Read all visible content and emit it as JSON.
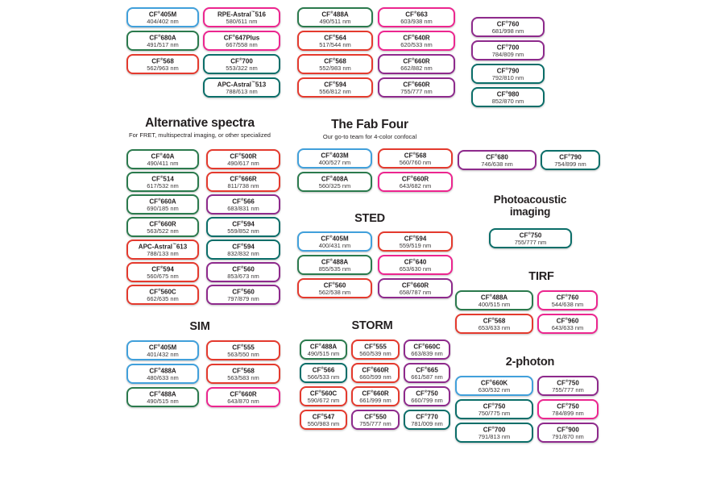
{
  "colors": {
    "blue": "#41A0DB",
    "green": "#2B7A4D",
    "red": "#E43A2E",
    "pink": "#EC268F",
    "purple": "#8E2A8C",
    "teal": "#0B6E69",
    "text": "#231F20"
  },
  "chart_data": {
    "type": "table",
    "description": "Fluorescent dye selection guide: dye name with excitation/emission wavelengths (nm); border color groups dyes by spectral class",
    "top_columns": [
      {
        "items": [
          {
            "name": "CF®405M",
            "wl": "404/402 nm",
            "color": "blue"
          },
          {
            "name": "CF®680A",
            "wl": "491/517 nm",
            "color": "green"
          },
          {
            "name": "CF®568",
            "wl": "562/963 nm",
            "color": "red"
          }
        ]
      },
      {
        "items": [
          {
            "name": "RPE-Astral™516",
            "wl": "580/611 nm",
            "color": "pink"
          },
          {
            "name": "CF®647Plus",
            "wl": "667/558 nm",
            "color": "pink"
          },
          {
            "name": "CF®700",
            "wl": "553/322 nm",
            "color": "teal"
          },
          {
            "name": "APC-Astral™513",
            "wl": "788/613 nm",
            "color": "teal"
          }
        ]
      },
      {
        "items": [
          {
            "name": "CF®488A",
            "wl": "490/511 nm",
            "color": "green"
          },
          {
            "name": "CF®564",
            "wl": "517/544 nm",
            "color": "red"
          },
          {
            "name": "CF®568",
            "wl": "552/983 nm",
            "color": "red"
          },
          {
            "name": "CF®594",
            "wl": "556/812 nm",
            "color": "red"
          }
        ]
      },
      {
        "items": [
          {
            "name": "CF®663",
            "wl": "603/938 nm",
            "color": "pink"
          },
          {
            "name": "CF®640R",
            "wl": "620/533 nm",
            "color": "pink"
          },
          {
            "name": "CF®660R",
            "wl": "662/882 nm",
            "color": "purple"
          },
          {
            "name": "CF®660R",
            "wl": "755/777 nm",
            "color": "purple"
          }
        ]
      },
      {
        "items": [
          {
            "name": "CF®760",
            "wl": "681/998 nm",
            "color": "purple"
          },
          {
            "name": "CF®700",
            "wl": "784/809 nm",
            "color": "purple"
          },
          {
            "name": "CF®790",
            "wl": "792/810 nm",
            "color": "teal"
          },
          {
            "name": "CF®980",
            "wl": "852/870 nm",
            "color": "teal"
          }
        ]
      }
    ],
    "sections": {
      "alternative": {
        "title": "Alternative spectra",
        "subtitle": "For FRET, multispectral imaging, or other specialized",
        "columns": [
          [
            {
              "name": "CF®40A",
              "wl": "490/411 nm",
              "color": "green"
            },
            {
              "name": "CF®514",
              "wl": "617/532 nm",
              "color": "green"
            },
            {
              "name": "CF®660A",
              "wl": "690/185 nm",
              "color": "green"
            },
            {
              "name": "CF®660R",
              "wl": "563/522 nm",
              "color": "green"
            },
            {
              "name": "APC-Astral™613",
              "wl": "788/133 nm",
              "color": "red"
            },
            {
              "name": "CF®594",
              "wl": "560/675 nm",
              "color": "red"
            },
            {
              "name": "CF®560C",
              "wl": "662/635 nm",
              "color": "red"
            }
          ],
          [
            {
              "name": "CF®500R",
              "wl": "490/617 nm",
              "color": "red"
            },
            {
              "name": "CF®666R",
              "wl": "811/738 nm",
              "color": "red"
            },
            {
              "name": "CF®566",
              "wl": "683/831 nm",
              "color": "purple"
            },
            {
              "name": "CF®594",
              "wl": "559/852 nm",
              "color": "teal"
            },
            {
              "name": "CF®594",
              "wl": "832/832 nm",
              "color": "teal"
            },
            {
              "name": "CF®560",
              "wl": "853/673 nm",
              "color": "purple"
            },
            {
              "name": "CF®560",
              "wl": "797/879 nm",
              "color": "purple"
            }
          ]
        ]
      },
      "fab_four": {
        "title": "The Fab Four",
        "subtitle": "Our go-to team for 4-color confocal",
        "columns": [
          [
            {
              "name": "CF®403M",
              "wl": "400/527 nm",
              "color": "blue"
            },
            {
              "name": "CF®408A",
              "wl": "560/325 nm",
              "color": "green"
            }
          ],
          [
            {
              "name": "CF®568",
              "wl": "560/760 nm",
              "color": "red"
            },
            {
              "name": "CF®660R",
              "wl": "643/682 nm",
              "color": "pink"
            }
          ]
        ]
      },
      "sted": {
        "title": "STED",
        "columns": [
          [
            {
              "name": "CF®405M",
              "wl": "400/431 nm",
              "color": "blue"
            },
            {
              "name": "CF®488A",
              "wl": "855/535 nm",
              "color": "green"
            },
            {
              "name": "CF®560",
              "wl": "562/538 nm",
              "color": "red"
            }
          ],
          [
            {
              "name": "CF®594",
              "wl": "559/519 nm",
              "color": "red"
            },
            {
              "name": "CF®640",
              "wl": "653/630 nm",
              "color": "pink"
            },
            {
              "name": "CF®660R",
              "wl": "658/787 nm",
              "color": "purple"
            }
          ]
        ]
      },
      "nir_pair": {
        "columns": [
          [
            {
              "name": "CF®680",
              "wl": "746/638 nm",
              "color": "purple"
            }
          ],
          [
            {
              "name": "CF®790",
              "wl": "754/899 nm",
              "color": "teal"
            }
          ]
        ]
      },
      "photoacoustic": {
        "title": "Photoacoustic imaging",
        "columns": [
          [
            {
              "name": "CF®750",
              "wl": "755/777 nm",
              "color": "teal"
            }
          ]
        ]
      },
      "tirf": {
        "title": "TIRF",
        "columns": [
          [
            {
              "name": "CF®488A",
              "wl": "400/515 nm",
              "color": "green"
            },
            {
              "name": "CF®568",
              "wl": "653/633 nm",
              "color": "red"
            }
          ],
          [
            {
              "name": "CF®760",
              "wl": "544/638 nm",
              "color": "pink"
            },
            {
              "name": "CF®960",
              "wl": "643/633 nm",
              "color": "pink"
            }
          ]
        ]
      },
      "sim": {
        "title": "SIM",
        "columns": [
          [
            {
              "name": "CF®405M",
              "wl": "401/432 nm",
              "color": "blue"
            },
            {
              "name": "CF®488A",
              "wl": "480/633 nm",
              "color": "blue"
            },
            {
              "name": "CF®488A",
              "wl": "490/515 nm",
              "color": "green"
            }
          ],
          [
            {
              "name": "CF®555",
              "wl": "563/550 nm",
              "color": "red"
            },
            {
              "name": "CF®568",
              "wl": "563/583 nm",
              "color": "red"
            },
            {
              "name": "CF®660R",
              "wl": "643/870 nm",
              "color": "pink"
            }
          ]
        ]
      },
      "storm": {
        "title": "STORM",
        "columns": [
          [
            {
              "name": "CF®488A",
              "wl": "490/515 nm",
              "color": "green"
            },
            {
              "name": "CF®566",
              "wl": "566/533 nm",
              "color": "teal"
            },
            {
              "name": "CF®560C",
              "wl": "590/672 nm",
              "color": "red"
            },
            {
              "name": "CF®547",
              "wl": "550/983 nm",
              "color": "red"
            }
          ],
          [
            {
              "name": "CF®555",
              "wl": "560/539 nm",
              "color": "red"
            },
            {
              "name": "CF®660R",
              "wl": "660/599 nm",
              "color": "red"
            },
            {
              "name": "CF®660R",
              "wl": "661/999 nm",
              "color": "red"
            },
            {
              "name": "CF®550",
              "wl": "755/777 nm",
              "color": "purple"
            }
          ],
          [
            {
              "name": "CF®660C",
              "wl": "663/839 nm",
              "color": "purple"
            },
            {
              "name": "CF®665",
              "wl": "661/587 nm",
              "color": "purple"
            },
            {
              "name": "CF®750",
              "wl": "660/799 nm",
              "color": "purple"
            },
            {
              "name": "CF®770",
              "wl": "781/009 nm",
              "color": "teal"
            }
          ]
        ]
      },
      "two_photon": {
        "title": "2-photon",
        "columns": [
          [
            {
              "name": "CF®660K",
              "wl": "630/532 nm",
              "color": "blue"
            },
            {
              "name": "CF®750",
              "wl": "750/775 nm",
              "color": "teal"
            },
            {
              "name": "CF®700",
              "wl": "791/813 nm",
              "color": "teal"
            }
          ],
          [
            {
              "name": "CF®750",
              "wl": "755/777 nm",
              "color": "purple"
            },
            {
              "name": "CF®750",
              "wl": "784/899 nm",
              "color": "pink"
            },
            {
              "name": "CF®900",
              "wl": "791/870 nm",
              "color": "purple"
            }
          ]
        ]
      }
    }
  }
}
